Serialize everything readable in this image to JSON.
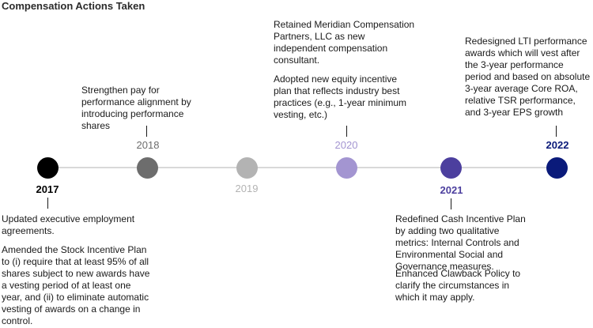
{
  "title": "Compensation Actions Taken",
  "colors": {
    "axis": "#d9d9d9",
    "y2017": "#000000",
    "y2018": "#6d6d6d",
    "y2019": "#b3b3b3",
    "y2020": "#a395d1",
    "y2021": "#4c3f9e",
    "y2022": "#0a1a7a"
  },
  "timeline": [
    {
      "year": "2017",
      "paragraphs": [
        "Updated executive employment agreements.",
        "Amended the Stock Incentive Plan to (i) require that at least 95% of all shares subject to new awards have a vesting period of at least one year, and (ii) to eliminate automatic vesting of awards on a change in control."
      ]
    },
    {
      "year": "2018",
      "paragraphs": [
        "Strengthen pay for performance alignment by introducing performance shares"
      ]
    },
    {
      "year": "2019",
      "paragraphs": []
    },
    {
      "year": "2020",
      "paragraphs": [
        "Retained Meridian Compensation Partners, LLC as new independent compensation consultant.",
        "Adopted new equity incentive plan that reflects industry best practices (e.g., 1-year minimum vesting, etc.)"
      ]
    },
    {
      "year": "2021",
      "paragraphs": [
        "Redefined Cash Incentive Plan by adding two qualitative metrics: Internal Controls and Environmental Social and Governance measures.",
        "Enhanced Clawback Policy to clarify the circumstances in which it may apply."
      ]
    },
    {
      "year": "2022",
      "paragraphs": [
        "Redesigned LTI performance awards which will vest after the 3-year performance period and based on absolute 3-year average Core ROA, relative TSR performance, and 3-year EPS growth"
      ]
    }
  ]
}
